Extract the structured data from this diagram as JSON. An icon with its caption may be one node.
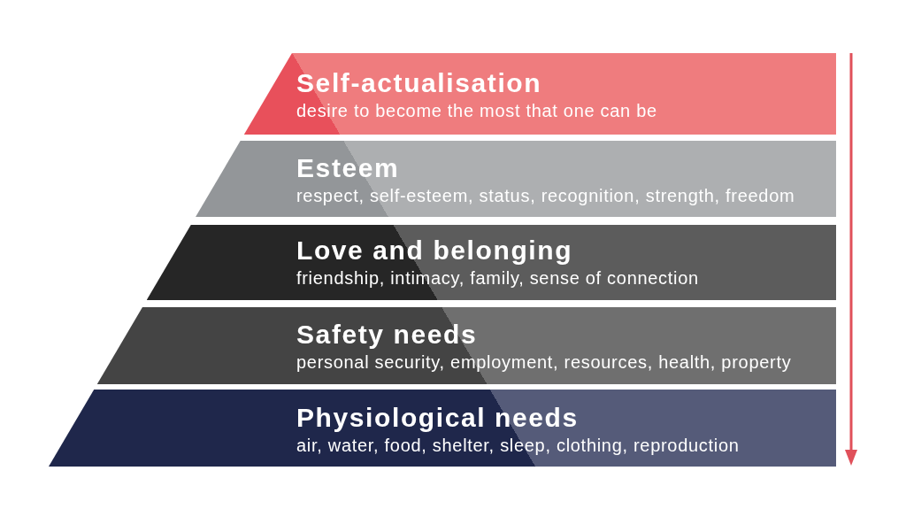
{
  "diagram": {
    "nodes": [
      {
        "text": [
          "Self-actualisation",
          "desire to become the most that one can be"
        ]
      },
      {
        "text": [
          "Esteem",
          "respect, self-esteem, status, recognition, strength, freedom"
        ]
      },
      {
        "text": [
          "Love and belonging",
          "friendship, intimacy, family, sense of connection"
        ]
      },
      {
        "text": [
          "Safety needs",
          "personal security, employment, resources, health, property"
        ]
      },
      {
        "text": [
          "Physiological needs",
          "air, water, food, shelter, sleep, clothing, reproduction"
        ]
      }
    ]
  }
}
